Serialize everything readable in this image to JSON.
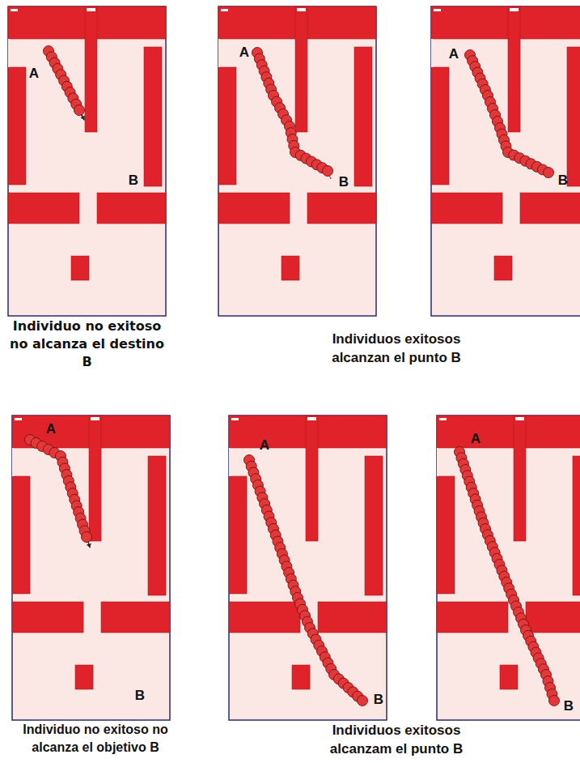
{
  "diagram": {
    "labels": [
      "A",
      "B",
      "A",
      "B",
      "A",
      "B",
      "Individuo no exitoso no alcanza el destino B",
      "Individuos exitosos alcanzan el punto B",
      "A",
      "B",
      "A",
      "B",
      "A",
      "B",
      "Individuo no exitoso no alcanza el objetivo B",
      "Individuos exitosos alcanzam el punto B"
    ]
  }
}
